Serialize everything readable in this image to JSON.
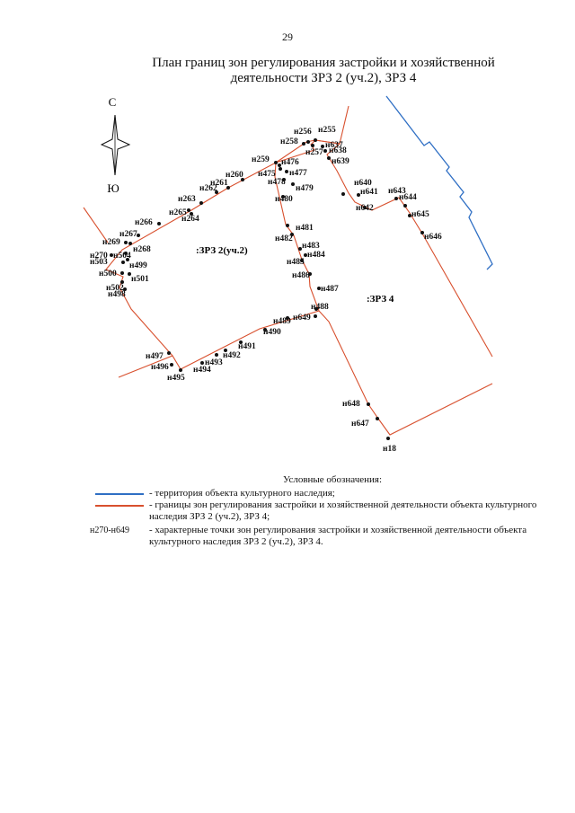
{
  "page": {
    "number": "29"
  },
  "title": {
    "line1": "План границ зон регулирования застройки и хозяйственной",
    "line2": "деятельности ЗРЗ 2 (уч.2), ЗРЗ 4"
  },
  "compass": {
    "north": "С",
    "south": "Ю"
  },
  "zones": {
    "zrz2": ":ЗРЗ 2(уч.2)",
    "zrz4": ":ЗРЗ 4"
  },
  "colors": {
    "heritage_line": "#2f6fc4",
    "zone_boundary": "#d8502e",
    "point": "#111111"
  },
  "points": [
    "н255",
    "н256",
    "н257",
    "н258",
    "н259",
    "н260",
    "н261",
    "н262",
    "н263",
    "н264",
    "н265",
    "н266",
    "н267",
    "н268",
    "н269",
    "н270",
    "н475",
    "н476",
    "н477",
    "н478",
    "н479",
    "н480",
    "н481",
    "н482",
    "н483",
    "н484",
    "н485",
    "н486",
    "н487",
    "н488",
    "н489",
    "н490",
    "н491",
    "н492",
    "н493",
    "н494",
    "н495",
    "н496",
    "н497",
    "н498",
    "н499",
    "н500",
    "н501",
    "н502",
    "н503",
    "н504",
    "н637",
    "н638",
    "н639",
    "н640",
    "н641",
    "н642",
    "н643",
    "н644",
    "н645",
    "н646",
    "н647",
    "н648",
    "н649",
    "н18"
  ],
  "legend": {
    "heading": "Условные обозначения:",
    "items": [
      {
        "key": "",
        "text": "- территория объекта культурного наследия;"
      },
      {
        "key": "",
        "text": "- границы зон регулирования застройки и хозяйственной деятельности объекта культурного наследия ЗРЗ 2 (уч.2), ЗРЗ 4;"
      },
      {
        "key": "н270-н649",
        "text": "- характерные точки зон регулирования застройки и хозяйственной деятельности объекта культурного наследия ЗРЗ 2 (уч.2), ЗРЗ 4."
      }
    ]
  }
}
